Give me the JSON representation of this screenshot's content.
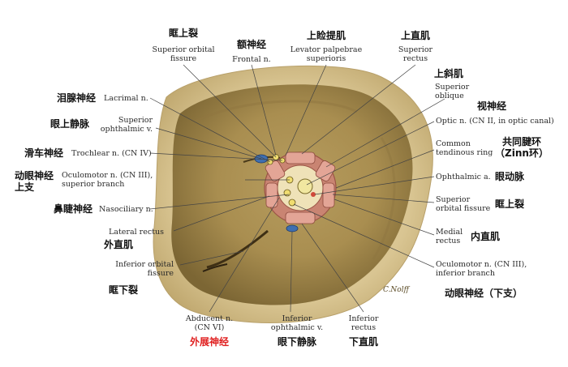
{
  "labels_en": {
    "sup_orbital_fissure_top": "Superior orbital\nfissure",
    "frontal": "Frontal n.",
    "levator": "Levator palpebrae\nsuperioris",
    "superior_rectus": "Superior\nrectus",
    "superior_oblique": "Superior\noblique",
    "lacrimal": "Lacrimal n.",
    "sup_ophthalmic_v": "Superior\nophthalmic v.",
    "optic": "Optic n. (CN II, in optic canal)",
    "trochlear": "Trochlear n. (CN IV)",
    "common_ring": "Common\ntendinous ring",
    "oculomotor_sup": "Oculomotor n. (CN III),\nsuperior branch",
    "ophthalmic_a": "Ophthalmic a.",
    "sup_orbital_fissure_right": "Superior\norbital fissure",
    "nasociliary": "Nasociliary n.",
    "lateral_rectus": "Lateral rectus",
    "medial_rectus": "Medial\nrectus",
    "inf_orbital_fissure": "Inferior orbital\nfissure",
    "oculomotor_inf": "Oculomotor n. (CN III),\ninferior branch",
    "abducent": "Abducent n.\n(CN VI)",
    "inf_ophthalmic_v": "Inferior\nophthalmic v.",
    "inferior_rectus": "Inferior\nrectus"
  },
  "labels_zh": {
    "sup_orbital_fissure_top": "眶上裂",
    "frontal": "额神经",
    "levator": "上睑提肌",
    "superior_rectus": "上直肌",
    "superior_oblique": "上斜肌",
    "lacrimal": "泪腺神经",
    "sup_ophthalmic_v": "眼上静脉",
    "optic": "视神经",
    "trochlear": "滑车神经",
    "common_ring": "共同腱环\n（Zinn环）",
    "oculomotor_sup": "动眼神经\n上支",
    "ophthalmic_a": "眼动脉",
    "sup_orbital_fissure_right": "眶上裂",
    "nasociliary": "鼻睫神经",
    "lateral_rectus": "外直肌",
    "medial_rectus": "内直肌",
    "inf_orbital_fissure": "眶下裂",
    "oculomotor_inf": "动眼神经（下支）",
    "abducent": "外展神经",
    "inf_ophthalmic_v": "眼下静脉",
    "inferior_rectus": "下直肌"
  },
  "signature": "C.Nolff",
  "colors": {
    "orbit_bg": "#c9b27a",
    "orbit_dark": "#6e5a2c",
    "muscle": "#d98a7c",
    "nerve": "#e8d36a",
    "vein": "#3f6fb0",
    "highlight_label": "#e02020"
  }
}
